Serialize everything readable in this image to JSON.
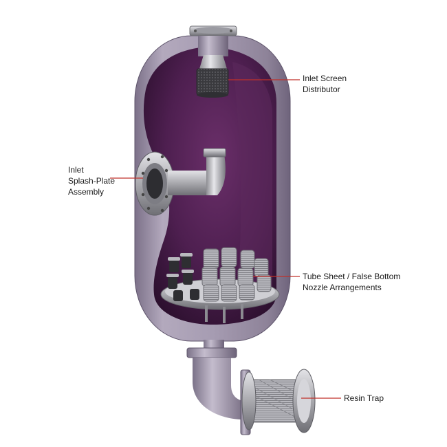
{
  "labels": {
    "inlet_screen": "Inlet Screen\nDistributor",
    "splash_plate": "Inlet\nSplash-Plate\nAssembly",
    "tube_sheet": "Tube Sheet / False Bottom\nNozzle Arrangements",
    "resin_trap": "Resin Trap"
  },
  "colors": {
    "vessel_shell": "#9f94ab",
    "vessel_interior": "#4b1e4c",
    "steel": "#c9c9cc",
    "leader_line": "#c0302a"
  }
}
